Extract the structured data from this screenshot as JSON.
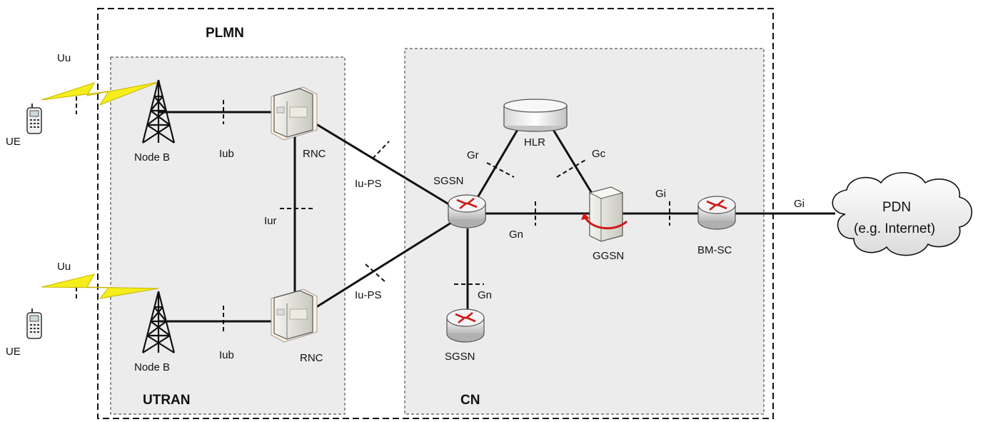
{
  "regions": {
    "plmn": "PLMN",
    "utran": "UTRAN",
    "cn": "CN"
  },
  "nodes": {
    "ue_top": "UE",
    "ue_bottom": "UE",
    "nodeb_top": "Node B",
    "nodeb_bottom": "Node B",
    "rnc_top": "RNC",
    "rnc_bottom": "RNC",
    "hlr": "HLR",
    "sgsn_main": "SGSN",
    "sgsn_second": "SGSN",
    "ggsn": "GGSN",
    "bmsc": "BM-SC",
    "pdn_line1": "PDN",
    "pdn_line2": "(e.g. Internet)"
  },
  "interfaces": {
    "uu_top": "Uu",
    "uu_bottom": "Uu",
    "iub_top": "Iub",
    "iub_bottom": "Iub",
    "iur": "Iur",
    "iups_top": "Iu-PS",
    "iups_bottom": "Iu-PS",
    "gr": "Gr",
    "gc": "Gc",
    "gn_h": "Gn",
    "gn_v": "Gn",
    "gi_inner": "Gi",
    "gi_outer": "Gi"
  },
  "colors": {
    "box_fill": "#ececec",
    "lightning": "#f5ee1a",
    "router_arrow": "#d01818"
  }
}
